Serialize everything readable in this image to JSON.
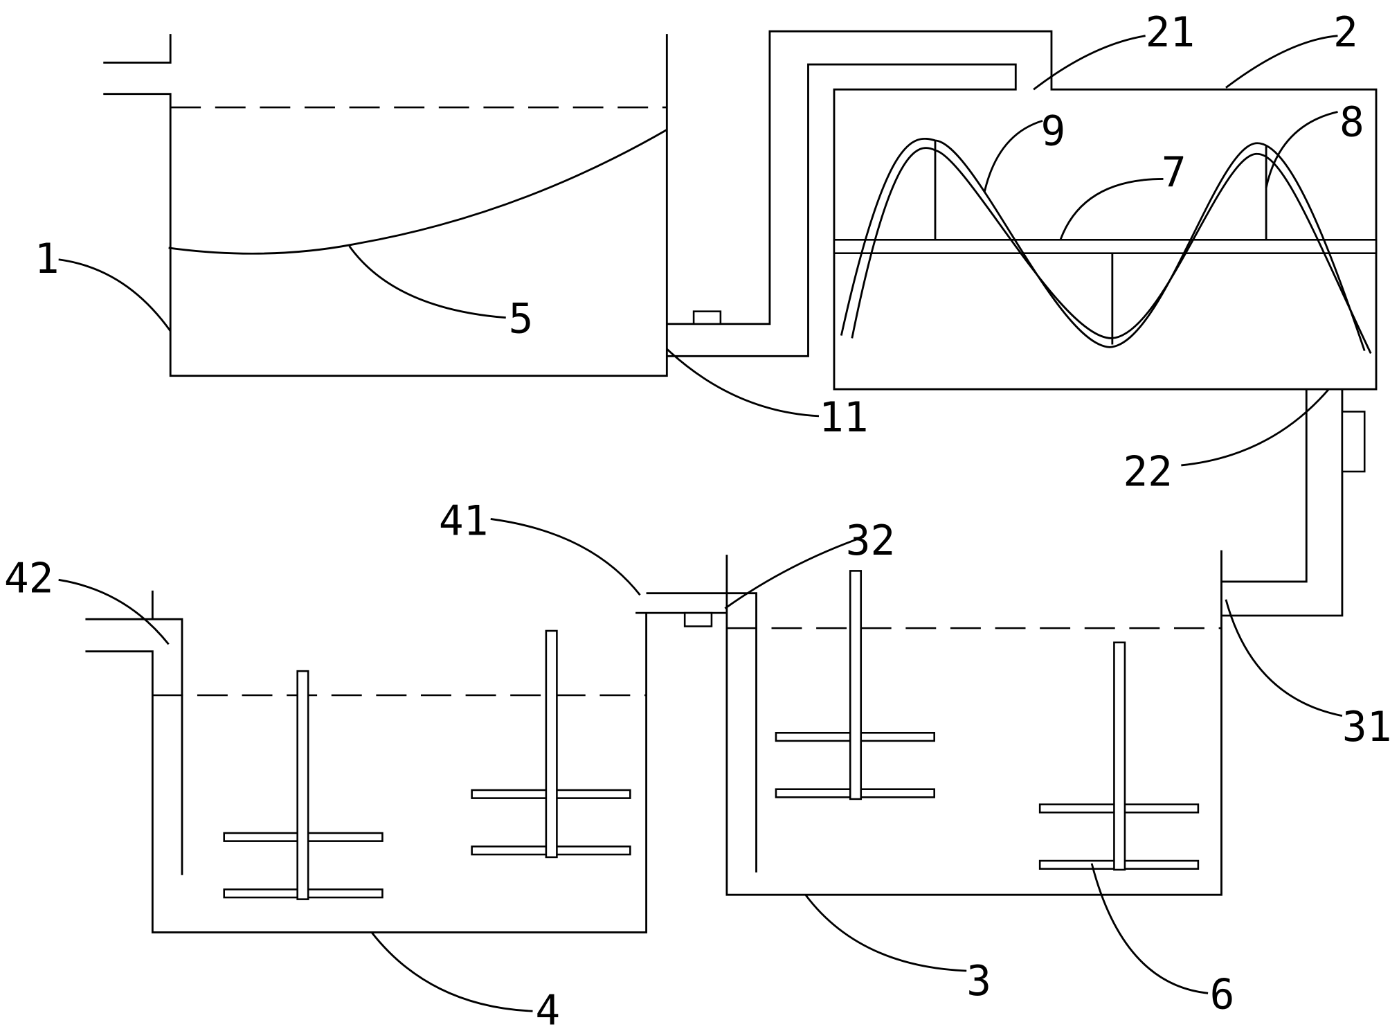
{
  "labels": {
    "l1": "1",
    "l2": "2",
    "l3": "3",
    "l4": "4",
    "l5": "5",
    "l6": "6",
    "l7": "7",
    "l8": "8",
    "l9": "9",
    "l11": "11",
    "l21": "21",
    "l22": "22",
    "l31": "31",
    "l32": "32",
    "l41": "41",
    "l42": "42"
  },
  "colors": {
    "line": "#000000",
    "background": "#ffffff"
  }
}
